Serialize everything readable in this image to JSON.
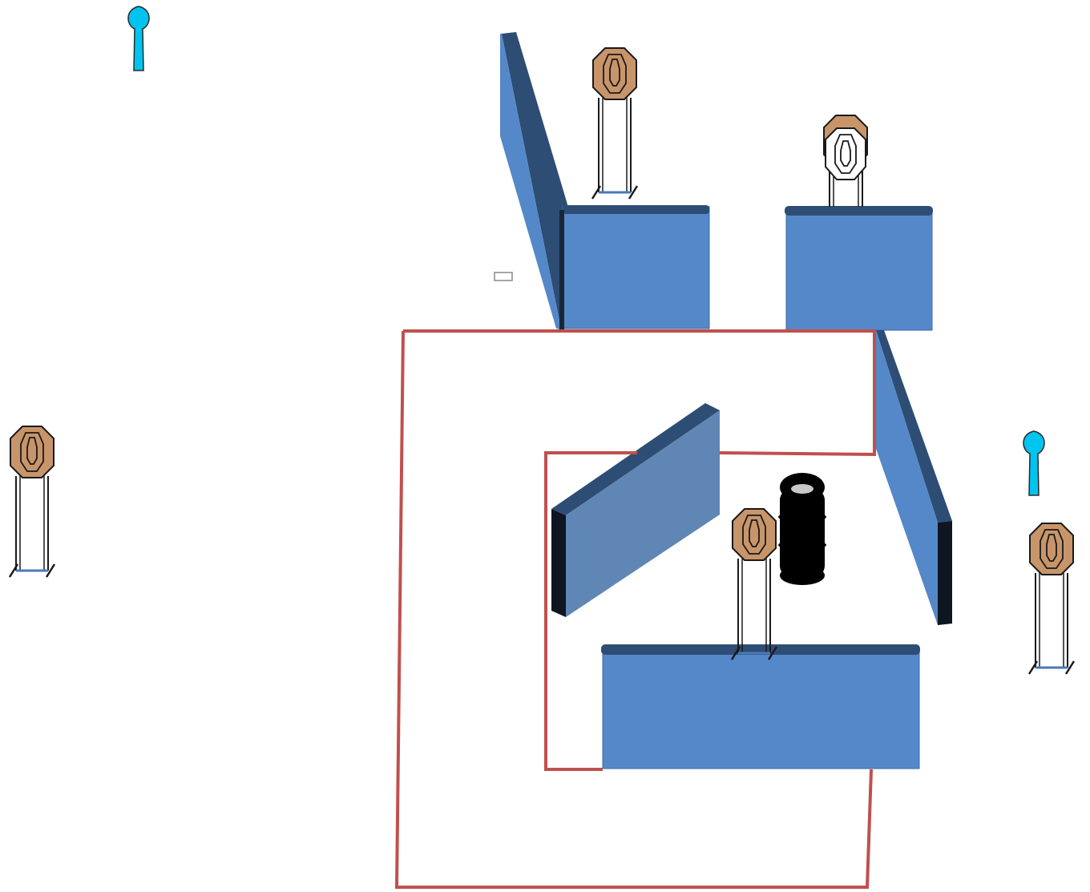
{
  "diagram": {
    "background": "#ffffff",
    "colors": {
      "wall_face": "#5588c8",
      "wall_top": "#2e4d74",
      "wall_edge_dark": "#0e1622",
      "fault_line": "#c0504d",
      "target_fill": "#c8956a",
      "target_stroke": "#1a1a1a",
      "no_shoot_fill": "#ffffff",
      "popper_fill": "#00c4f0",
      "stand_base": "#4a78b8",
      "barrel_fill": "#000000",
      "barrel_top": "#c8c8c8"
    },
    "elements": {
      "paper_targets": 6,
      "no_shoot_targets": 1,
      "steel_poppers": 2,
      "walls": 6,
      "barrel_stacks": 1
    }
  }
}
